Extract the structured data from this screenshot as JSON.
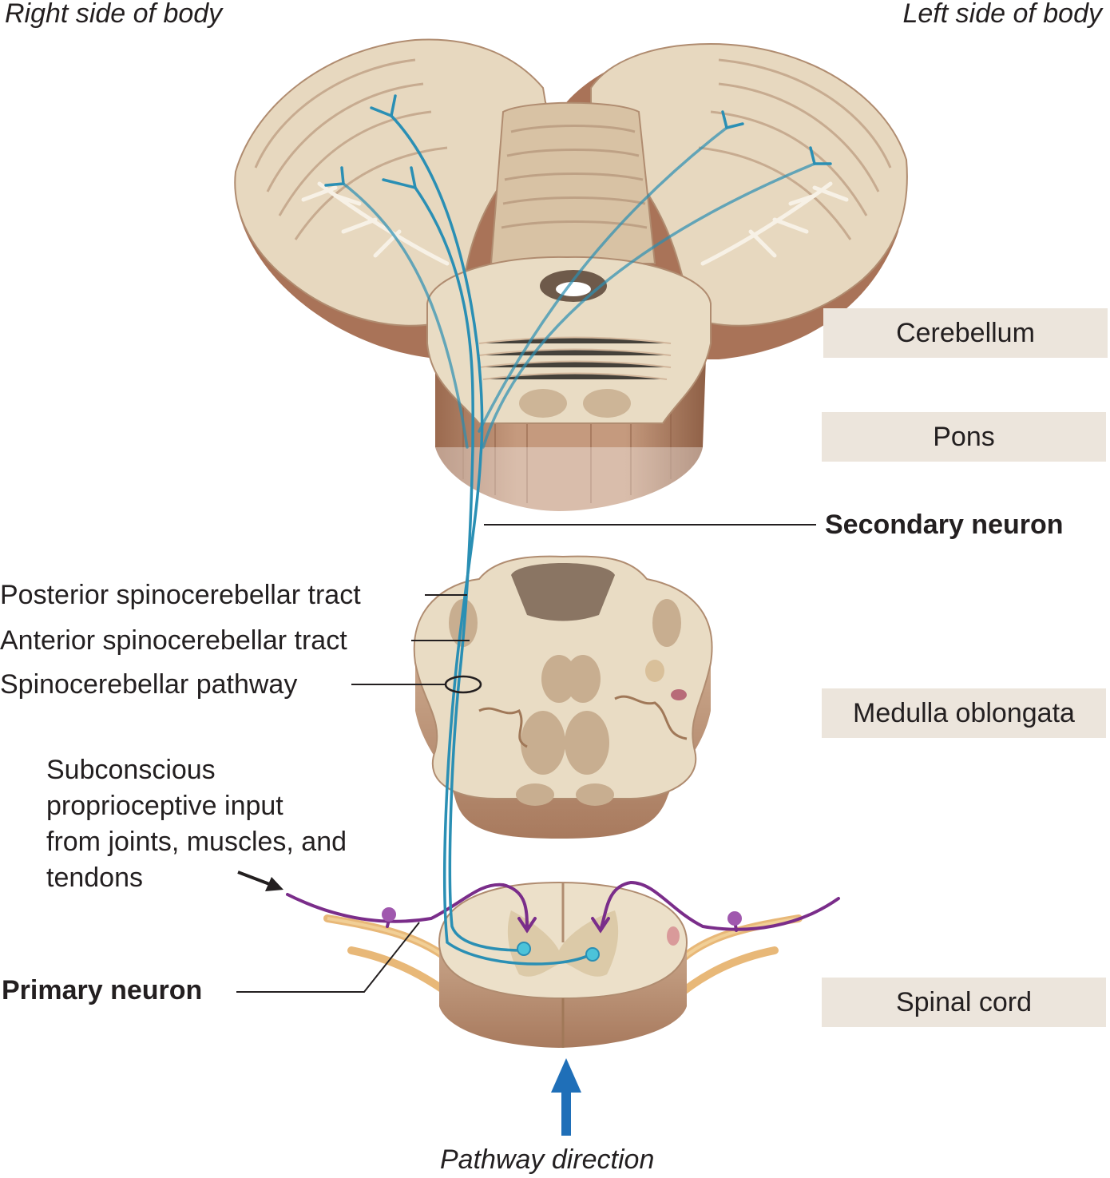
{
  "header": {
    "right_side": "Right side of body",
    "left_side": "Left side of body"
  },
  "regions": {
    "cerebellum": "Cerebellum",
    "pons": "Pons",
    "medulla": "Medulla oblongata",
    "spinal_cord": "Spinal cord"
  },
  "labels": {
    "secondary_neuron": "Secondary neuron",
    "posterior_tract": "Posterior spinocerebellar tract",
    "anterior_tract": "Anterior spinocerebellar tract",
    "pathway": "Spinocerebellar pathway",
    "input_line1": "Subconscious",
    "input_line2": "proprioceptive input",
    "input_line3": "from joints, muscles, and",
    "input_line4": "tendons",
    "primary_neuron": "Primary neuron",
    "direction": "Pathway direction"
  },
  "colors": {
    "neuron_blue": "#2a8fb4",
    "primary_purple": "#7a2d8a",
    "tissue": "#e9dcc4",
    "tissue_dark": "#a77a5f",
    "label_box": "#ece5dc",
    "arrow_blue": "#1f6fb8"
  }
}
